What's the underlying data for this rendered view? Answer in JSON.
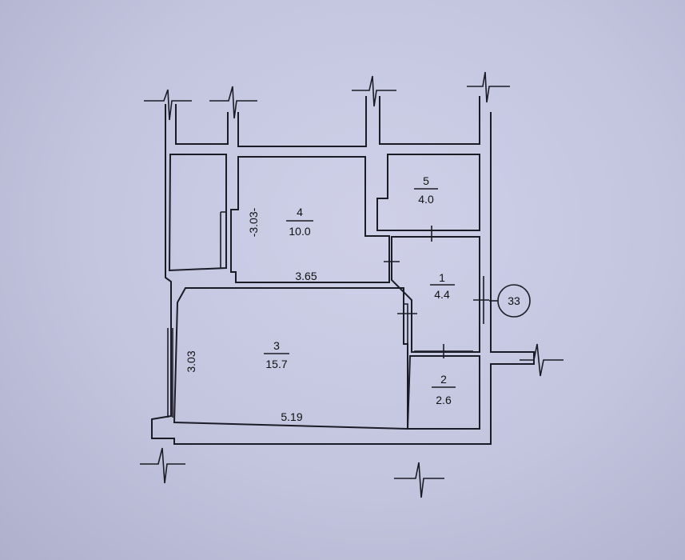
{
  "rooms": [
    {
      "number": "1",
      "area": "4.4"
    },
    {
      "number": "2",
      "area": "2.6"
    },
    {
      "number": "3",
      "area": "15.7"
    },
    {
      "number": "4",
      "area": "10.0"
    },
    {
      "number": "5",
      "area": "4.0"
    }
  ],
  "dimensions": {
    "room4_width": "3.65",
    "room4_height": "-3.03-",
    "room3_width": "5.19",
    "room3_height": "3.03"
  },
  "apartment_number": "33"
}
